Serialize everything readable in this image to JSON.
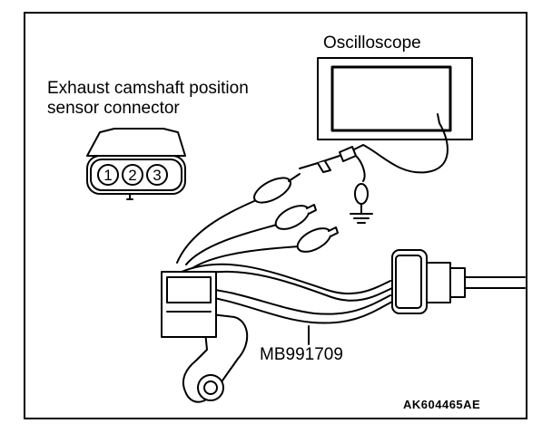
{
  "labels": {
    "oscilloscope": "Oscilloscope",
    "connector_line1": "Exhaust camshaft position",
    "connector_line2": "sensor connector",
    "tool": "MB991709",
    "figure_code": "AK604465AE"
  },
  "connector_pins": [
    "1",
    "2",
    "3"
  ],
  "colors": {
    "line": "#000000",
    "background": "#ffffff"
  }
}
